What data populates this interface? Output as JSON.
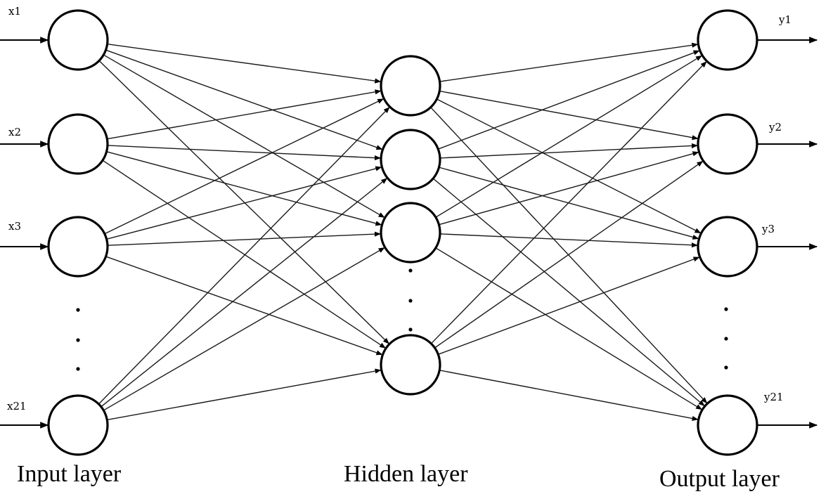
{
  "layers": {
    "input": {
      "label": "Input layer",
      "inputs": [
        "x1",
        "x2",
        "x3",
        "x21"
      ]
    },
    "hidden": {
      "label": "Hidden layer"
    },
    "output": {
      "label": "Output layer",
      "outputs": [
        "y1",
        "y2",
        "y3",
        "y21"
      ]
    }
  },
  "icons": {
    "node": "circle-node-icon",
    "arrow": "arrow-head-icon",
    "ellipsis": "vertical-ellipsis-icon"
  },
  "colors": {
    "stroke": "#000000",
    "background": "#ffffff"
  }
}
